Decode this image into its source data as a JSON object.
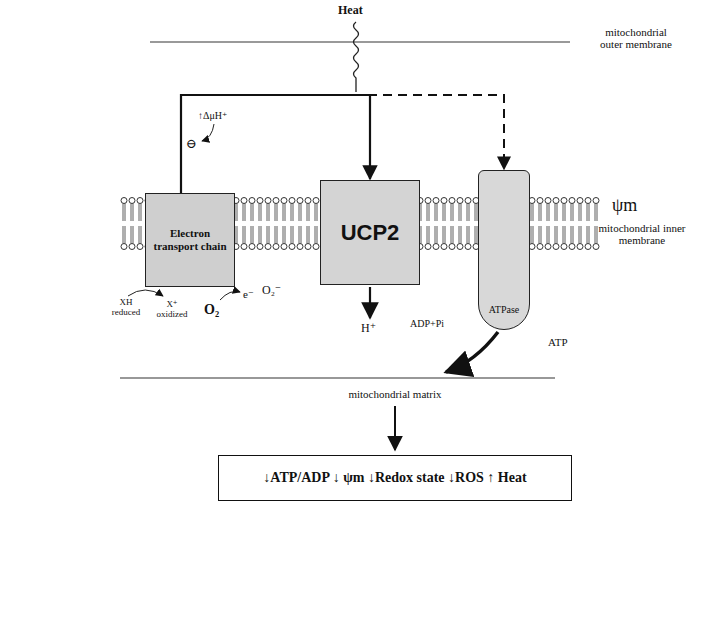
{
  "diagram": {
    "nodes": [
      {
        "text": [
          "Electron transport chain"
        ]
      },
      {
        "text": [
          "UCP2"
        ]
      },
      {
        "text": [
          "ATPase"
        ]
      },
      {
        "text": [
          "↓ATP/ADP ↓ ψm ↓Redox state ↓ROS ↑ Heat"
        ]
      }
    ],
    "edges": [
      {
        "from": 0,
        "to": 1,
        "arrow": "to"
      },
      {
        "from": 0,
        "to": 2,
        "arrow": "to"
      }
    ],
    "labels": [
      "Heat",
      "mitochondrial outer membrane",
      "↑ΔμH⁺",
      "⊖",
      "ψm",
      "mitochondrial inner membrane",
      "XH reduced",
      "X⁺ oxidized",
      "O₂",
      "e⁻",
      "O₂⁻",
      "H⁺",
      "ADP+Pi",
      "ATP",
      "mitochondrial matrix"
    ]
  }
}
